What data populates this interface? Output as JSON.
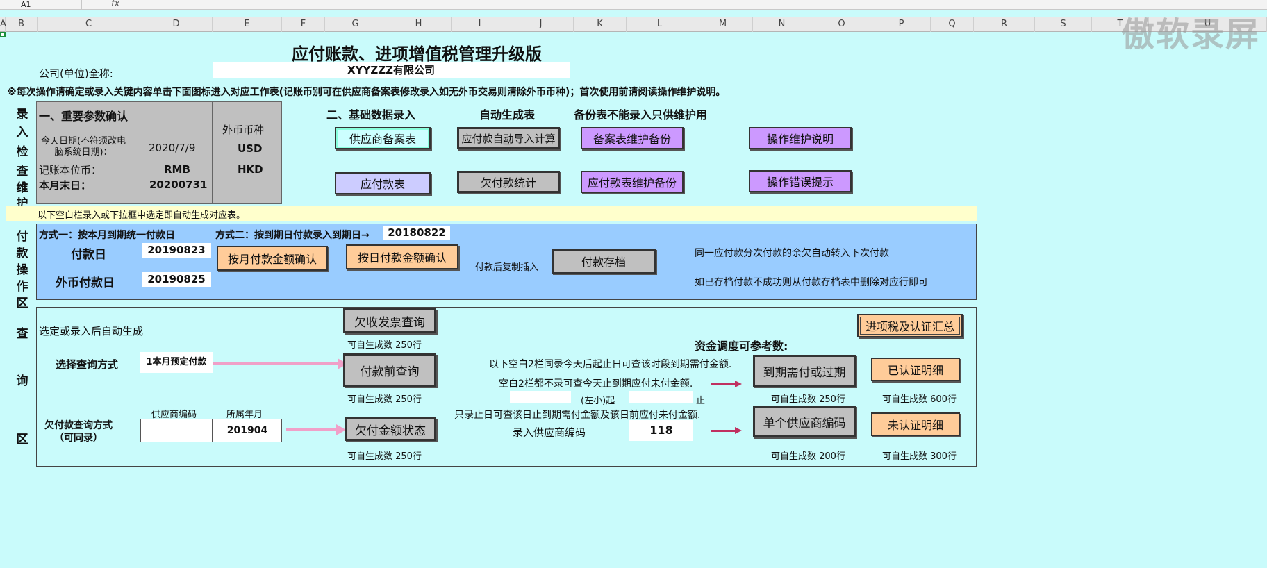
{
  "formula_bar": {
    "cell_ref": "A1",
    "fx": "fx"
  },
  "columns": [
    "A",
    "B",
    "C",
    "D",
    "E",
    "F",
    "G",
    "H",
    "I",
    "J",
    "K",
    "L",
    "M",
    "N",
    "O",
    "P",
    "Q",
    "R",
    "S",
    "T",
    "U"
  ],
  "watermark": "傲软录屏",
  "title": "应付账款、进项增值税管理升级版",
  "company": {
    "label": "公司(单位)全称:",
    "value": "XYYZZZ有限公司"
  },
  "notice": "※每次操作请确定或录入关键内容单击下面图标进入对应工作表(记账币别可在供应商备案表修改录入如无外币交易则清除外币币种)；首次使用前请阅读操作维护说明。",
  "side_labels": {
    "entry": [
      "录",
      "入",
      "检",
      "查",
      "维",
      "护"
    ],
    "pay": [
      "付",
      "款",
      "操",
      "作",
      "区"
    ],
    "query": [
      "查",
      "询",
      "区"
    ]
  },
  "params": {
    "heading": "一、重要参数确认",
    "today_label": "今天日期(不符须改电脑系统日期)：",
    "today_value": "2020/7/9",
    "currency_label": "记账本位币：",
    "currency_value": "RMB",
    "month_end_label": "本月末日：",
    "month_end_value": "20200731",
    "foreign_header": "外币币种",
    "foreign": [
      "USD",
      "HKD"
    ]
  },
  "sections": {
    "basic": "二、基础数据录入",
    "auto": "自动生成表",
    "backup": "备份表不能录入只供维护用"
  },
  "buttons": {
    "supplier": "供应商备案表",
    "payable_auto": "应付款自动导入计算",
    "backup_case": "备案表维护备份",
    "manual": "操作维护说明",
    "payable": "应付款表",
    "owed_stats": "欠付款统计",
    "payable_backup": "应付款表维护备份",
    "error_tips": "操作错误提示",
    "pay_month_confirm": "按月付款金额确认",
    "pay_day_confirm": "按日付款金额确认",
    "pay_archive": "付款存档",
    "owed_invoice": "欠收发票查询",
    "pre_pay_query": "付款前查询",
    "owed_amount": "欠付金额状态",
    "due_or_overdue": "到期需付或过期",
    "single_supplier": "单个供应商编码",
    "input_tax_summary": "进项税及认证汇总",
    "certified": "已认证明细",
    "uncertified": "未认证明细"
  },
  "yellow_note": "以下空白栏录入或下拉框中选定即自动生成对应表。",
  "pay": {
    "method1": "方式一：按本月到期统一付款日",
    "method2": "方式二：按到期日付款录入到期日→",
    "method2_value": "20180822",
    "pay_day_label": "付款日",
    "pay_day_value": "20190823",
    "fx_pay_day_label": "外币付款日",
    "fx_pay_day_value": "20190825",
    "copy_insert": "付款后复制插入",
    "note1": "同一应付款分次付款的余欠自动转入下次付款",
    "note2": "如已存档付款不成功则从付款存档表中删除对应行即可"
  },
  "query": {
    "auto_note": "选定或录入后自动生成",
    "select_mode_label": "选择查询方式",
    "select_mode_value": "1本月预定付款",
    "owed_mode_label": "欠付款查询方式（可同录）",
    "supplier_code_header": "供应商编码",
    "period_header": "所属年月",
    "period_value": "201904",
    "gen_250": "可自生成数   250行",
    "gen_200": "可自生成数   200行",
    "gen_600": "可自生成数   600行",
    "gen_300": "可自生成数   300行",
    "funds_title": "资金调度可参考数:",
    "funds_note1": "以下空白2栏同录今天后起止日可查该时段到期需付金额.",
    "funds_note2": "空白2栏都不录可查今天止到期应付未付金额.",
    "from_label": "(左小)起",
    "to_label": "止",
    "funds_note3": "只录止日可查该日止到期需付金额及该日前应付未付金额.",
    "supplier_input_label": "录入供应商编码",
    "supplier_input_value": "118"
  }
}
